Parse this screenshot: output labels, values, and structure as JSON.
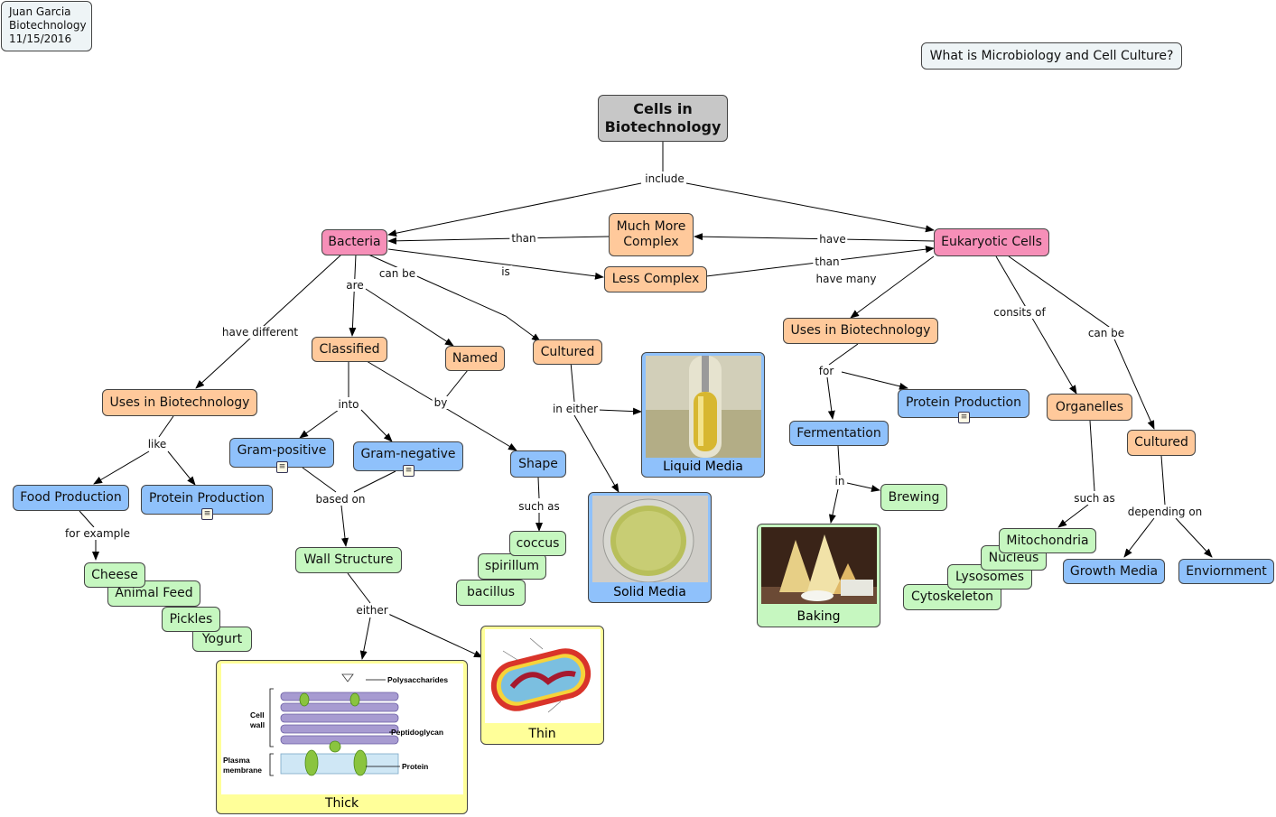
{
  "header_note": {
    "line1": "Juan Garcia",
    "line2": "Biotechnology",
    "line3": "11/15/2016"
  },
  "question_note": "What is Microbiology and Cell Culture?",
  "colors": {
    "bacteria": "#f68fb8",
    "concept": "#ffc99b",
    "category": "#8fc1fb",
    "example": "#c6f7c0",
    "root": "#c7c7c7",
    "image_caption": "#ffff99"
  },
  "nodes": {
    "root": "Cells in Biotechnology",
    "bacteria": "Bacteria",
    "eukaryotic": "Eukaryotic Cells",
    "much_more_complex": "Much More Complex",
    "less_complex": "Less Complex",
    "classified": "Classified",
    "named": "Named",
    "cultured_b": "Cultured",
    "uses_b": "Uses in Biotechnology",
    "gram_pos": "Gram-positive",
    "gram_neg": "Gram-negative",
    "shape": "Shape",
    "food_production": "Food Production",
    "protein_production_b": "Protein Production",
    "wall_structure": "Wall Structure",
    "coccus": "coccus",
    "spirillum": "spirillum",
    "bacillus": "bacillus",
    "cheese": "Cheese",
    "animal_feed": "Animal Feed",
    "pickles": "Pickles",
    "yogurt": "Yogurt",
    "uses_e": "Uses in Biotechnology",
    "protein_production_e": "Protein Production",
    "fermentation": "Fermentation",
    "brewing": "Brewing",
    "organelles": "Organelles",
    "cultured_e": "Cultured",
    "mitochondria": "Mitochondria",
    "nucleus": "Nucleus",
    "lysosomes": "Lysosomes",
    "cytoskeleton": "Cytoskeleton",
    "growth_media": "Growth Media",
    "enviornment": "Enviornment"
  },
  "images": {
    "liquid_media": "Liquid Media",
    "solid_media": "Solid Media",
    "baking": "Baking",
    "thin": "Thin",
    "thick": "Thick",
    "thick_labels": {
      "polysaccharides": "Polysaccharides",
      "peptidoglycan": "Peptidoglycan",
      "protein": "Protein",
      "cell": "Cell",
      "wall": "wall",
      "plasma": "Plasma",
      "membrane": "membrane"
    }
  },
  "links": {
    "include": "include",
    "than1": "than",
    "have": "have",
    "is": "is",
    "than2": "than",
    "can_be_b": "can be",
    "are": "are",
    "have_different": "have different",
    "have_many": "have many",
    "consits_of": "consits of",
    "can_be_e": "can be",
    "into": "into",
    "by": "by",
    "in_either": "in either",
    "like": "like",
    "based_on": "based on",
    "such_as_b": "such as",
    "for_example": "for example",
    "either": "either",
    "for": "for",
    "in": "in",
    "such_as_e": "such as",
    "depending_on": "depending on"
  }
}
